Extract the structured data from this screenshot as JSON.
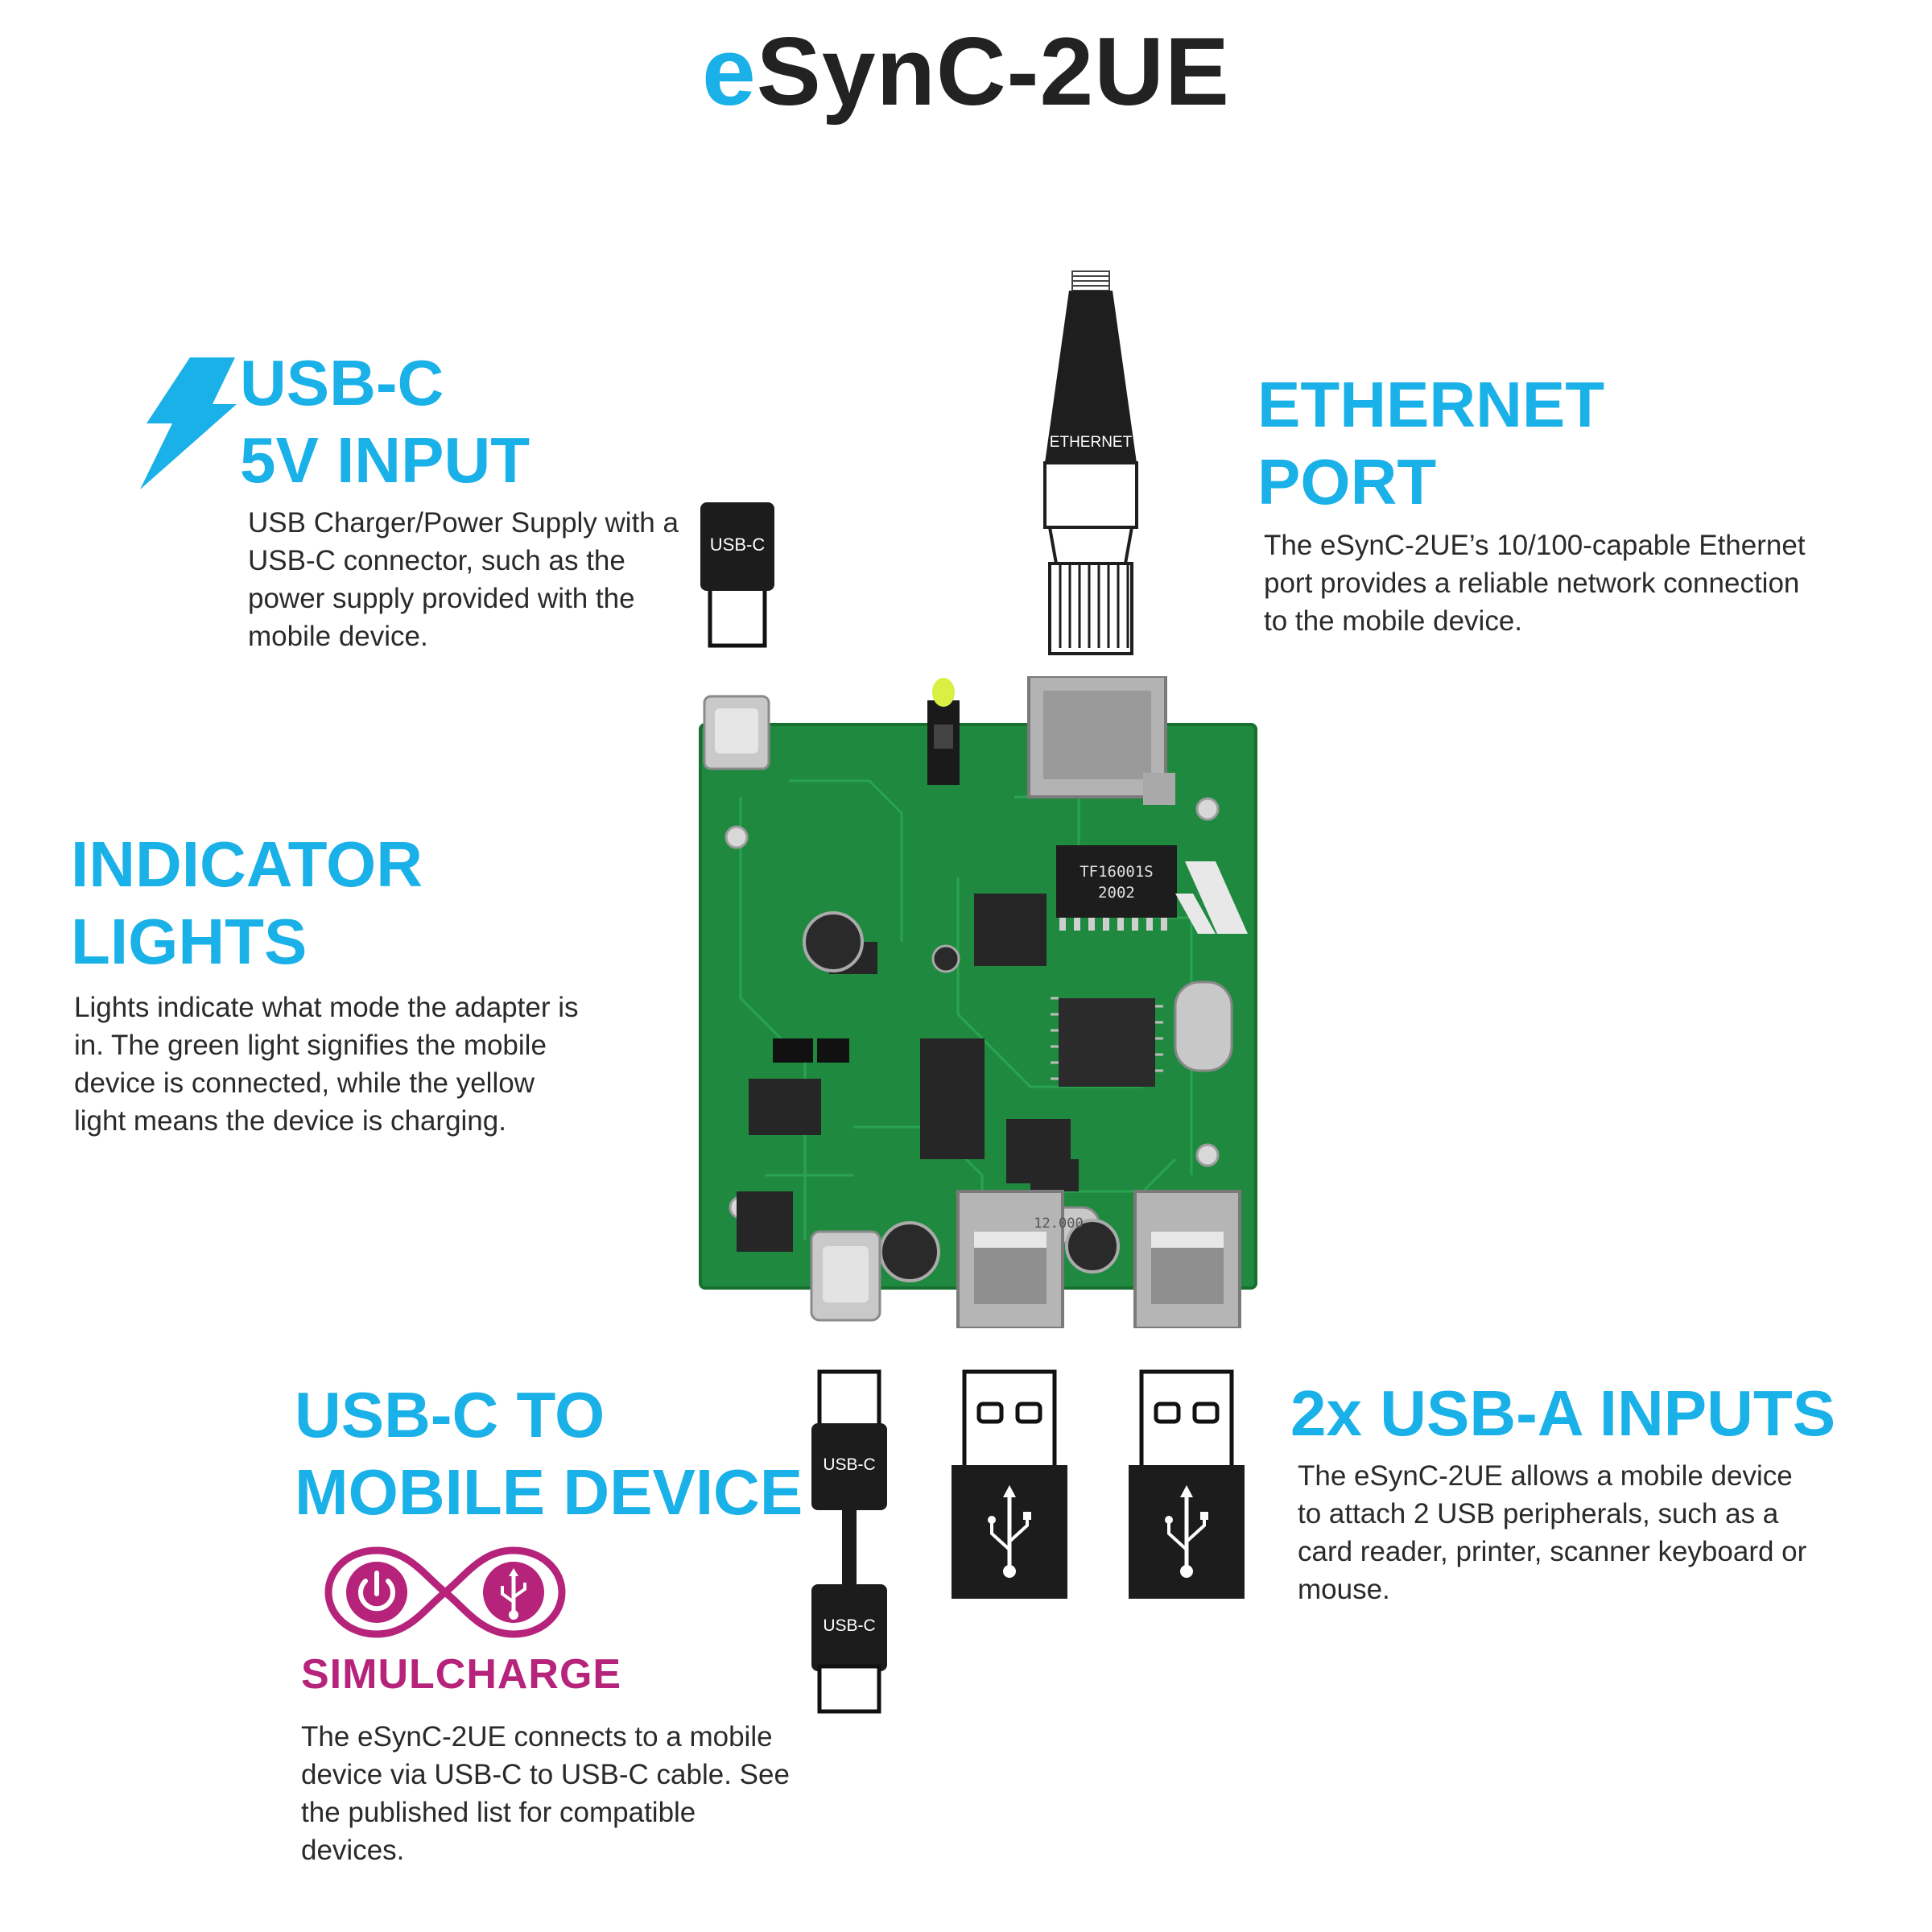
{
  "title": {
    "prefix": "e",
    "rest": "SynC-2UE"
  },
  "colors": {
    "accent": "#1ab0e8",
    "dark": "#222222",
    "simulcharge": "#b5237a",
    "pcb": "#1f8a3f"
  },
  "usb_c_input": {
    "heading_line1": "USB-C",
    "heading_line2": "5V INPUT",
    "description": "USB Charger/Power Supply with a USB-C connector, such as the power supply provided with the mobile device.",
    "icon": "lightning-bolt-icon",
    "connector_label": "USB-C"
  },
  "ethernet_port": {
    "heading_line1": "ETHERNET",
    "heading_line2": "PORT",
    "description": "The eSynC-2UE’s 10/100-capable Ethernet port provides a reliable network connection to the mobile device.",
    "connector_label": "ETHERNET"
  },
  "indicator_lights": {
    "heading_line1": "INDICATOR",
    "heading_line2": "LIGHTS",
    "description": "Lights indicate what mode the adapter is in. The green light signifies the mobile device is connected, while the yellow light means the device is charging."
  },
  "usb_c_mobile": {
    "heading_line1": "USB-C TO",
    "heading_line2": "MOBILE DEVICE",
    "badge_label": "SIMULCHARGE",
    "description": "The eSynC-2UE connects to a mobile device via USB-C to USB-C cable. See the published list for compatible devices.",
    "cable_label_top": "USB-C",
    "cable_label_bottom": "USB-C"
  },
  "usb_a_inputs": {
    "heading": "2x USB-A INPUTS",
    "description": "The eSynC-2UE allows a mobile device to attach 2 USB peripherals, such as a card reader, printer, scanner keyboard or mouse."
  },
  "board": {
    "chip_label": "TF16001S",
    "chip_sublabel": "2002",
    "crystal_label": "12.000"
  }
}
